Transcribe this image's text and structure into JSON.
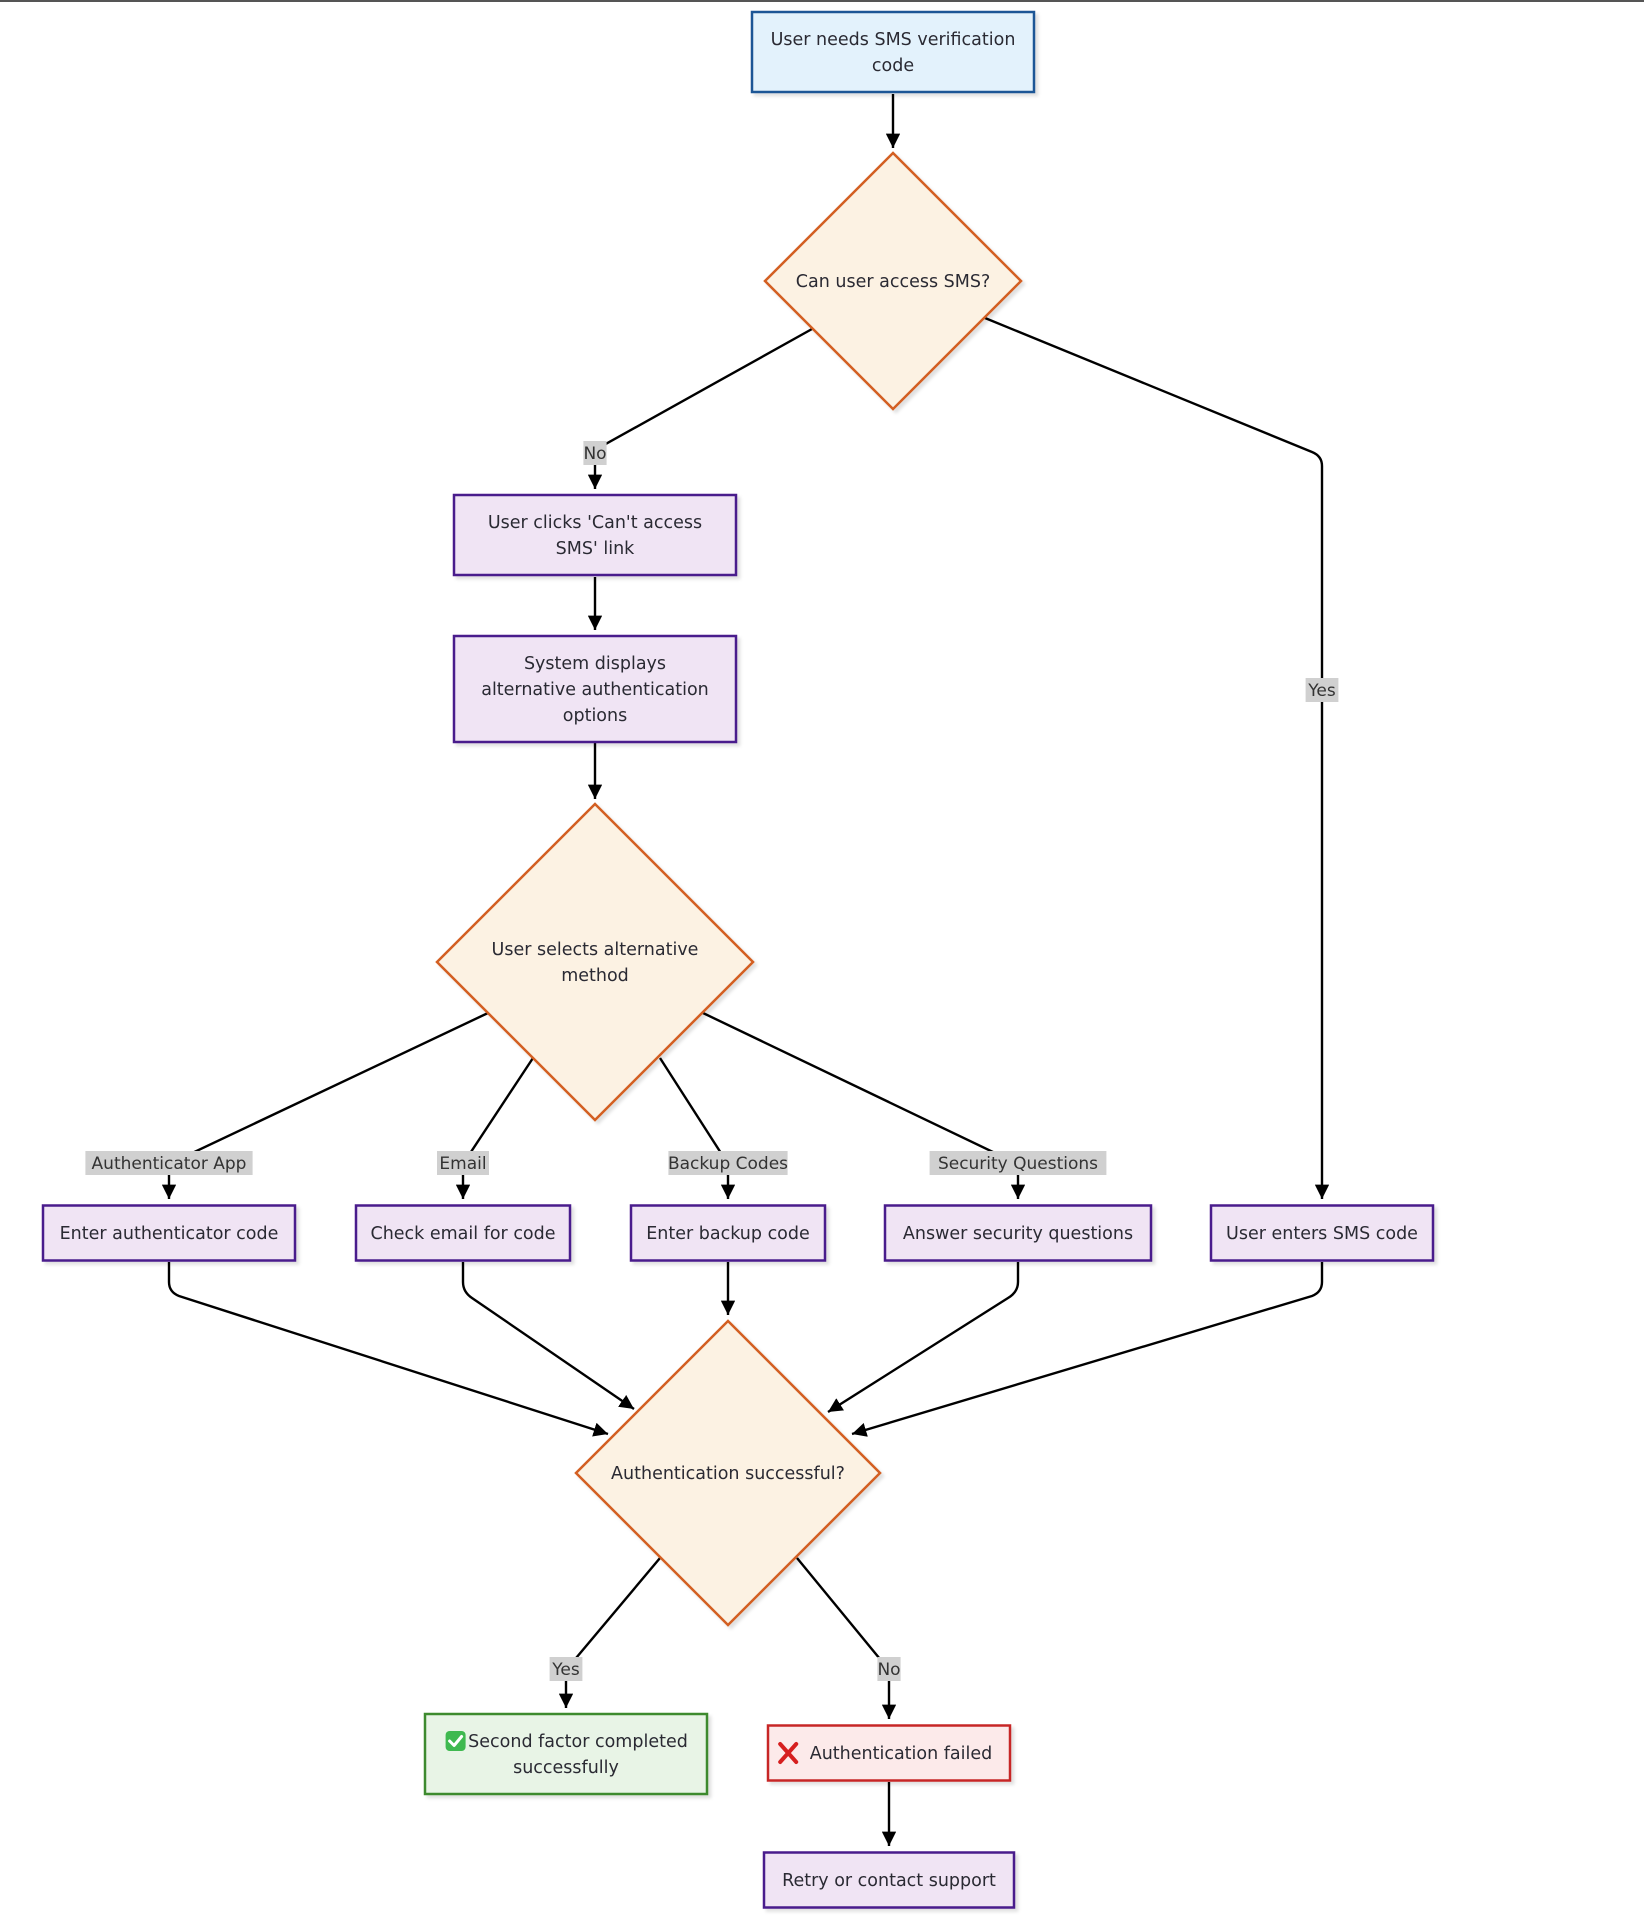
{
  "colors": {
    "start_fill": "#e3f2fc",
    "start_stroke": "#1f5796",
    "decision_fill": "#fcf2e3",
    "decision_stroke": "#d35f22",
    "process_fill": "#f0e4f4",
    "process_stroke": "#4a1a8c",
    "success_fill": "#e8f4e6",
    "success_stroke": "#3c8a2e",
    "fail_fill": "#fceaea",
    "fail_stroke": "#c72828",
    "label_bg": "#d0d0d0",
    "edge": "#000000"
  },
  "nodes": {
    "start": {
      "lines": [
        "User needs SMS verification",
        "code"
      ]
    },
    "sms_access": {
      "lines": [
        "Can user access SMS?"
      ]
    },
    "cant_access": {
      "lines": [
        "User clicks 'Can't access",
        "SMS' link"
      ]
    },
    "displays_options": {
      "lines": [
        "System displays",
        "alternative authentication",
        "options"
      ]
    },
    "select_method": {
      "lines": [
        "User selects alternative",
        "method"
      ]
    },
    "auth_app_code": {
      "lines": [
        "Enter authenticator code"
      ]
    },
    "email_code": {
      "lines": [
        "Check email for code"
      ]
    },
    "backup_code": {
      "lines": [
        "Enter backup code"
      ]
    },
    "security_questions": {
      "lines": [
        "Answer security questions"
      ]
    },
    "sms_code": {
      "lines": [
        "User enters SMS code"
      ]
    },
    "auth_success": {
      "lines": [
        "Authentication successful?"
      ]
    },
    "completed": {
      "icon": "check-mark-button-icon",
      "lines": [
        "Second factor completed",
        "successfully"
      ]
    },
    "failed": {
      "icon": "cross-mark-icon",
      "lines": [
        "Authentication failed"
      ]
    },
    "retry": {
      "lines": [
        "Retry or contact support"
      ]
    }
  },
  "edge_labels": {
    "no_sms": "No",
    "yes_sms": "Yes",
    "authenticator_app": "Authenticator App",
    "email": "Email",
    "backup_codes": "Backup Codes",
    "security_questions": "Security Questions",
    "yes_success": "Yes",
    "no_success": "No"
  }
}
